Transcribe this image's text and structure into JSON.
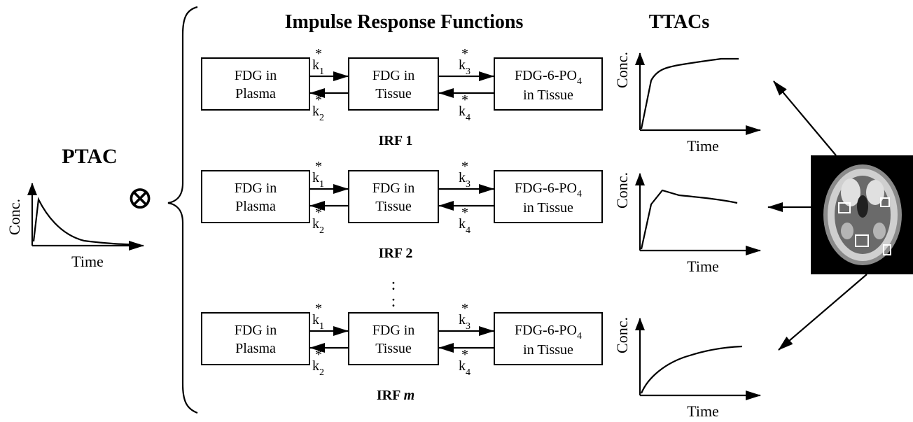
{
  "headings": {
    "irf": "Impulse Response Functions",
    "ttacs": "TTACs",
    "ptac": "PTAC"
  },
  "axes": {
    "ylabel": "Conc.",
    "xlabel": "Time"
  },
  "operator_symbol": "⊗",
  "compartments": {
    "plasma": [
      "FDG in",
      "Plasma"
    ],
    "tissue": [
      "FDG in",
      "Tissue"
    ],
    "phosphate": [
      "FDG-6-PO",
      "4",
      "in Tissue"
    ]
  },
  "rates": {
    "k1": [
      "k",
      "*",
      "1"
    ],
    "k2": [
      "k",
      "*",
      "2"
    ],
    "k3": [
      "k",
      "*",
      "3"
    ],
    "k4": [
      "k",
      "*",
      "4"
    ]
  },
  "irfs": [
    {
      "label": "IRF 1"
    },
    {
      "label": "IRF 2"
    },
    {
      "label": "IRF ",
      "label_italic": "m"
    }
  ],
  "ellipsis": ":",
  "ttac_curves": [
    {
      "shape": "fast-rise-plateau"
    },
    {
      "shape": "rise-peak-decline"
    },
    {
      "shape": "slow-saturating"
    }
  ],
  "brain_image": {
    "icon": "brain-pet-slice-icon",
    "background": "#000000"
  }
}
